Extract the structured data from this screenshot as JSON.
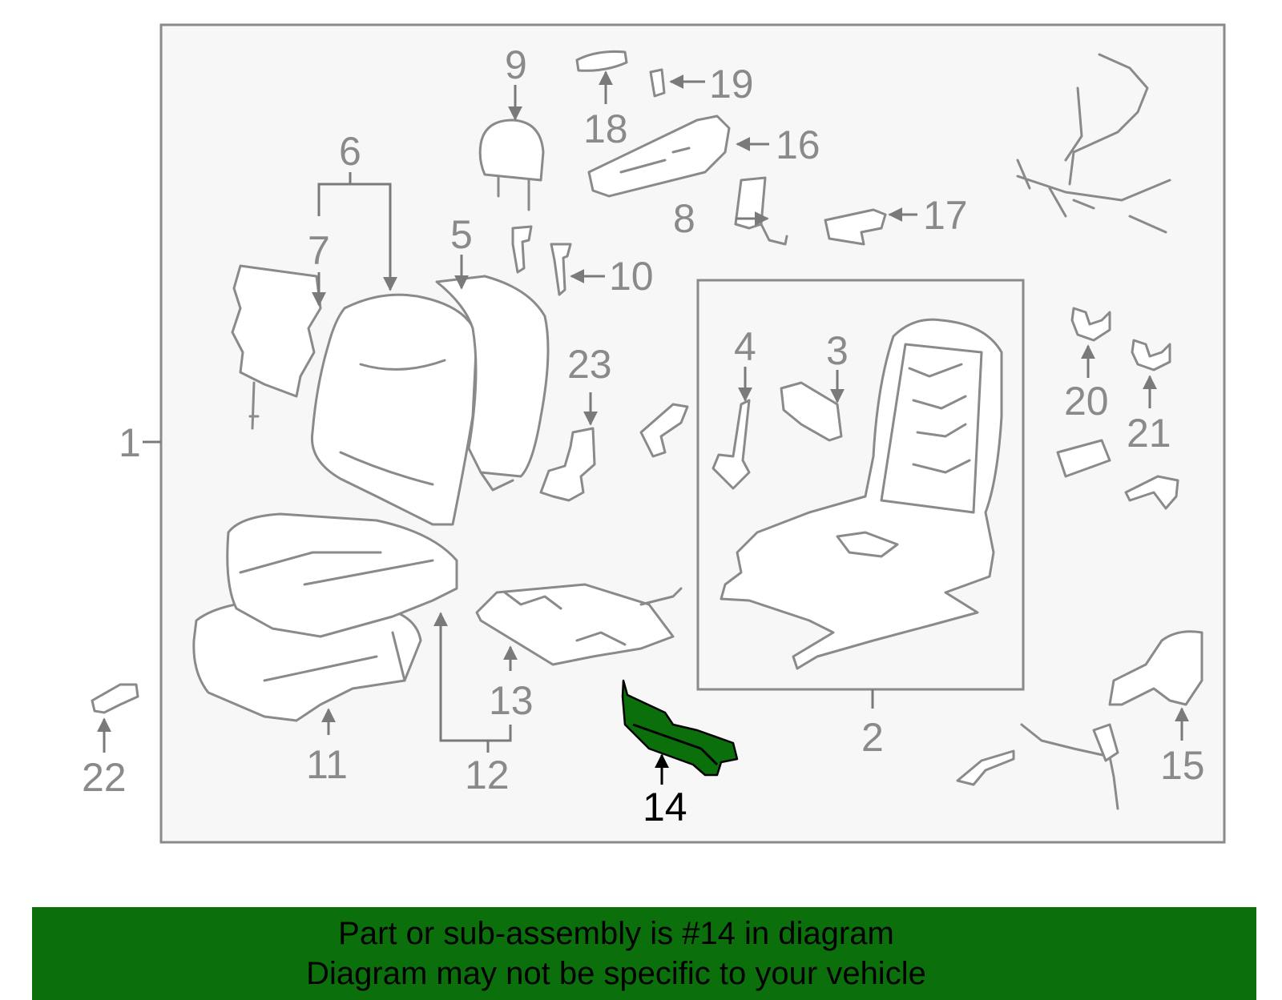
{
  "diagram": {
    "callouts": [
      "1",
      "2",
      "3",
      "4",
      "5",
      "6",
      "7",
      "8",
      "9",
      "10",
      "11",
      "12",
      "13",
      "14",
      "15",
      "16",
      "17",
      "18",
      "19",
      "20",
      "21",
      "22",
      "23"
    ],
    "highlighted_callout": "14",
    "colors": {
      "highlight_part": "#0b6f0b",
      "banner_background": "#0b6f0b",
      "line_gray": "#8a8a8a",
      "frame_background": "#f7f7f7"
    }
  },
  "banner": {
    "line1": "Part or sub-assembly is #14 in diagram",
    "line2": "Diagram may not be specific to your vehicle"
  }
}
